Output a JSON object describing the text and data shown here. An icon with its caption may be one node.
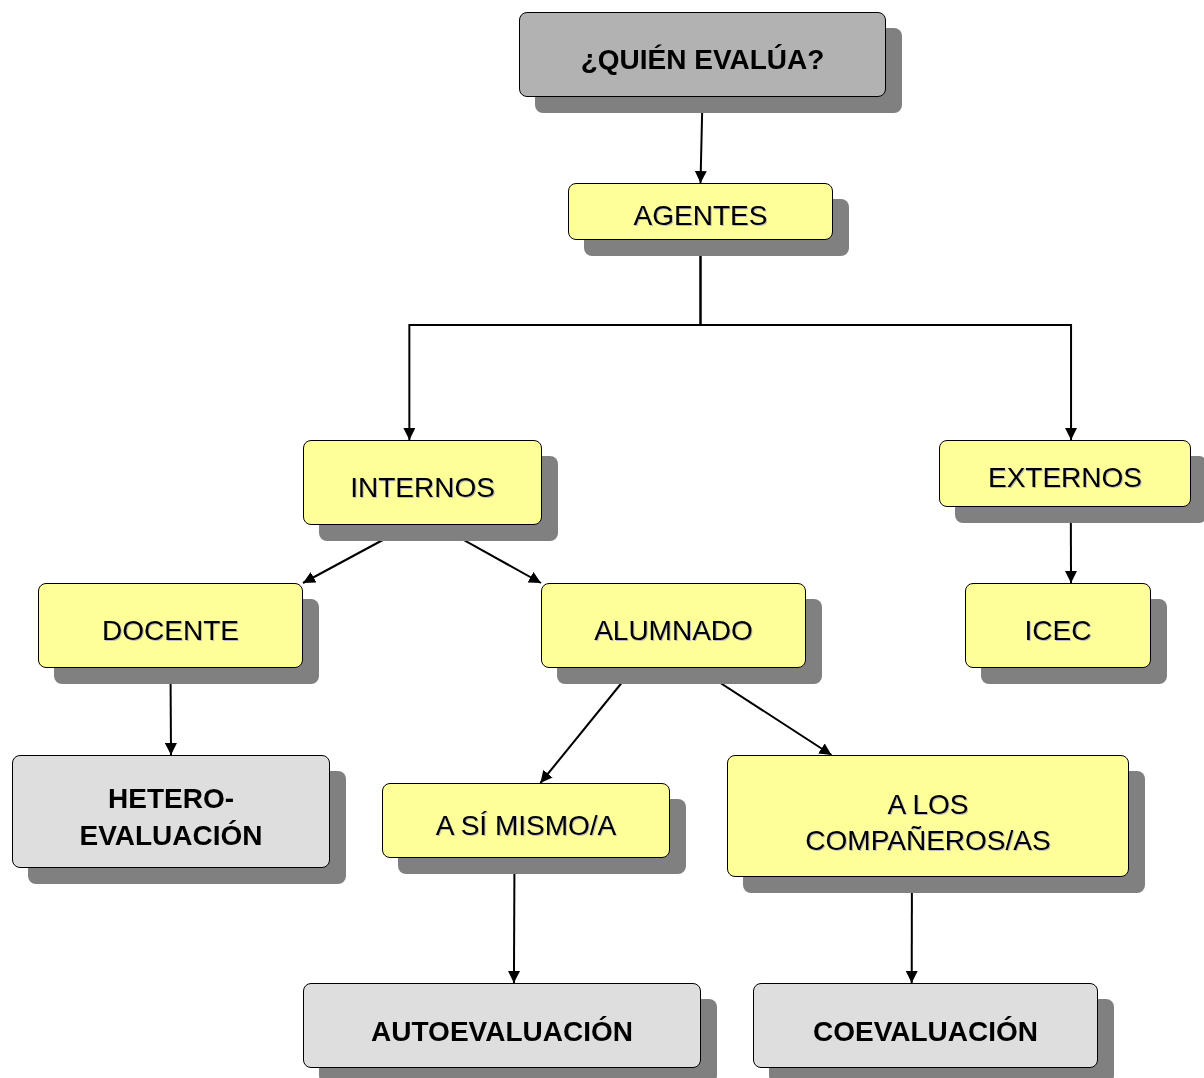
{
  "diagram": {
    "nodes": [
      {
        "text": [
          "¿QUIÉN EVALÚA?"
        ]
      },
      {
        "text": [
          "AGENTES"
        ]
      },
      {
        "text": [
          "INTERNOS"
        ]
      },
      {
        "text": [
          "EXTERNOS"
        ]
      },
      {
        "text": [
          "DOCENTE"
        ]
      },
      {
        "text": [
          "ALUMNADO"
        ]
      },
      {
        "text": [
          "ICEC"
        ]
      },
      {
        "text": [
          "HETERO- EVALUACIÓN"
        ]
      },
      {
        "text": [
          "A SÍ MISMO/A"
        ]
      },
      {
        "text": [
          "A LOS COMPAÑEROS/AS"
        ]
      },
      {
        "text": [
          "AUTOEVALUACIÓN"
        ]
      },
      {
        "text": [
          "COEVALUACIÓN"
        ]
      }
    ],
    "edges": [
      {
        "from": 0,
        "to": 1,
        "arrow": "to"
      },
      {
        "from": 1,
        "to": 2,
        "arrow": "to"
      },
      {
        "from": 1,
        "to": 3,
        "arrow": "to"
      },
      {
        "from": 2,
        "to": 4,
        "arrow": "to"
      },
      {
        "from": 2,
        "to": 5,
        "arrow": "to"
      },
      {
        "from": 3,
        "to": 6,
        "arrow": "to"
      },
      {
        "from": 4,
        "to": 7,
        "arrow": "to"
      },
      {
        "from": 5,
        "to": 8,
        "arrow": "to"
      },
      {
        "from": 5,
        "to": 9,
        "arrow": "to"
      },
      {
        "from": 8,
        "to": 10,
        "arrow": "to"
      },
      {
        "from": 9,
        "to": 11,
        "arrow": "to"
      }
    ]
  }
}
